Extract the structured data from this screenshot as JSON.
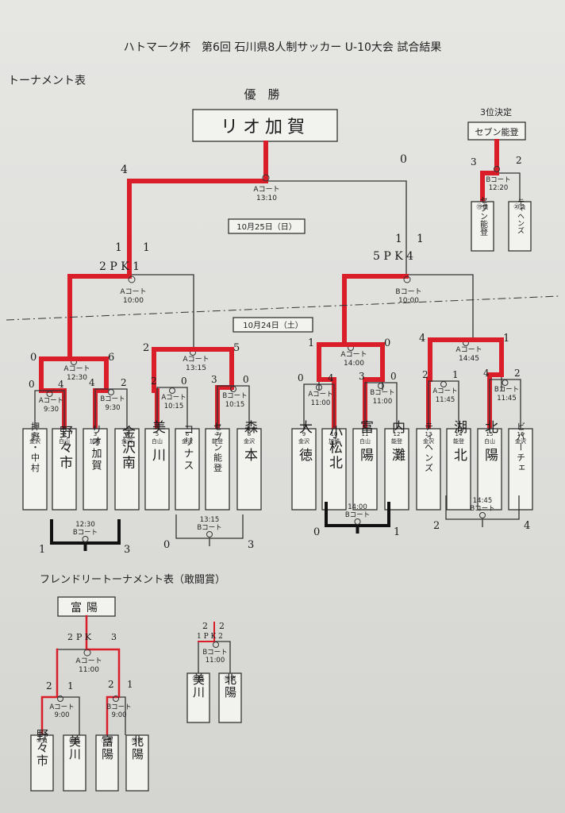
{
  "header": {
    "title": "ハトマーク杯　第6回 石川県8人制サッカー U-10大会 試合結果",
    "section_main": "トーナメント表",
    "section_friendly": "フレンドリートーナメント表（敢闘賞）"
  },
  "main": {
    "champion_label": "優　勝",
    "champion": "リオ加賀",
    "dates": {
      "day2": "10月25日（日）",
      "day1": "10月24日（土）"
    },
    "third_place_label": "3位決定",
    "third_place_winner": "セブン能登",
    "teams": [
      {
        "num": "1",
        "region": "金沢",
        "name": "押野・中村"
      },
      {
        "num": "2",
        "region": "白山",
        "name": "野々市"
      },
      {
        "num": "3",
        "region": "加賀",
        "name": "リオ加賀"
      },
      {
        "num": "4",
        "region": "金沢",
        "name": "金沢南"
      },
      {
        "num": "5",
        "region": "白山",
        "name": "美川"
      },
      {
        "num": "6",
        "region": "金沢",
        "name": "コリナス"
      },
      {
        "num": "7",
        "region": "能登",
        "name": "セブン能登"
      },
      {
        "num": "8",
        "region": "金沢",
        "name": "森本"
      },
      {
        "num": "9",
        "region": "金沢",
        "name": "大徳"
      },
      {
        "num": "10",
        "region": "加賀",
        "name": "小松北"
      },
      {
        "num": "11",
        "region": "白山",
        "name": "富陽"
      },
      {
        "num": "12",
        "region": "能登",
        "name": "内灘"
      },
      {
        "num": "13",
        "region": "金沢",
        "name": "ティヘンズ"
      },
      {
        "num": "14",
        "region": "能登",
        "name": "湖北"
      },
      {
        "num": "15",
        "region": "白山",
        "name": "北陽"
      },
      {
        "num": "16",
        "region": "金沢",
        "name": "ビバーチェ"
      }
    ],
    "r1": [
      {
        "court": "Aコート",
        "time": "9:30",
        "s1": "0",
        "s2": "4"
      },
      {
        "court": "Bコート",
        "time": "9:30",
        "s1": "4",
        "s2": "2"
      },
      {
        "court": "Aコート",
        "time": "10:15",
        "s1": "2",
        "s2": "0"
      },
      {
        "court": "Bコート",
        "time": "10:15",
        "s1": "3",
        "s2": "0"
      },
      {
        "court": "Aコート",
        "time": "11:00",
        "s1": "0",
        "s2": "4"
      },
      {
        "court": "Bコート",
        "time": "11:00",
        "s1": "3",
        "s2": "0"
      },
      {
        "court": "Aコート",
        "time": "11:45",
        "s1": "2",
        "s2": "1"
      },
      {
        "court": "Bコート",
        "time": "11:45",
        "s1": "4",
        "s2": "2"
      }
    ],
    "r2": [
      {
        "court": "Aコート",
        "time": "12:30",
        "s1": "0",
        "s2": "6"
      },
      {
        "court": "Aコート",
        "time": "13:15",
        "s1": "2",
        "s2": "5"
      },
      {
        "court": "Aコート",
        "time": "14:00",
        "s1": "1",
        "s2": "0"
      },
      {
        "court": "Aコート",
        "time": "14:45",
        "s1": "4",
        "s2": "1"
      }
    ],
    "semi": [
      {
        "court": "Aコート",
        "time": "10:00",
        "s1": "1",
        "s2": "1",
        "pk": "2 P K 1"
      },
      {
        "court": "Bコート",
        "time": "10:00",
        "s1": "1",
        "s2": "1",
        "pk": "5 P K 4"
      }
    ],
    "final": {
      "court": "Aコート",
      "time": "13:10",
      "s1": "4",
      "s2": "0"
    },
    "third": {
      "court": "Bコート",
      "time": "12:20",
      "s1": "3",
      "s2": "2",
      "left_tag": "⑲負",
      "left": "セブン能登",
      "right_tag": "⑳負",
      "right": "ティヘンズ"
    },
    "consolation": [
      {
        "court": "Bコート",
        "time": "12:30",
        "s1": "1",
        "s2": "3"
      },
      {
        "court": "Bコート",
        "time": "13:15",
        "s1": "0",
        "s2": "3"
      },
      {
        "court": "Bコート",
        "time": "14:00",
        "s1": "0",
        "s2": "1"
      },
      {
        "court": "Bコート",
        "time": "14:45",
        "s1": "2",
        "s2": "4"
      }
    ]
  },
  "friendly": {
    "winner": "富陽",
    "bracket1": {
      "teams": [
        {
          "tag": "⑨負",
          "name": "野々市"
        },
        {
          "tag": "⑩負",
          "name": "美川"
        },
        {
          "tag": "⑪負",
          "name": "富陽"
        },
        {
          "tag": "⑫負",
          "name": "北陽"
        }
      ],
      "sf": [
        {
          "court": "Aコート",
          "time": "9:00",
          "s1": "2",
          "s2": "1"
        },
        {
          "court": "Bコート",
          "time": "9:00",
          "s1": "2",
          "s2": "1"
        }
      ],
      "final": {
        "court": "Aコート",
        "time": "11:00",
        "s1": "3",
        "s2": "2",
        "pk": "P K"
      }
    },
    "bracket2": {
      "teams": [
        {
          "tag": "⑰負",
          "name": "美川"
        },
        {
          "tag": "⑱負",
          "name": "北陽"
        }
      ],
      "match": {
        "court": "Bコート",
        "time": "11:00",
        "s1": "2",
        "s2": "2",
        "pk": "1 P K 2"
      }
    }
  }
}
